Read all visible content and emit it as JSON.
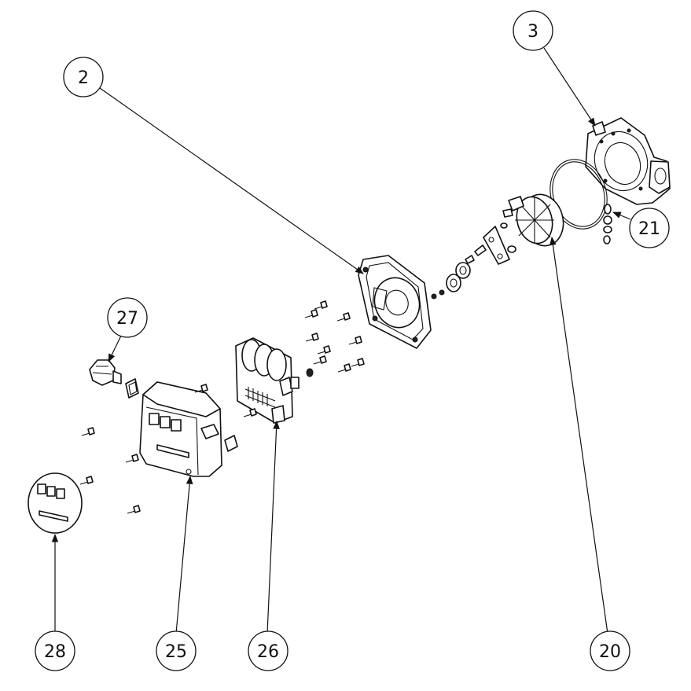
{
  "callouts": [
    {
      "id": "c2",
      "label": "2"
    },
    {
      "id": "c3",
      "label": "3"
    },
    {
      "id": "c20",
      "label": "20"
    },
    {
      "id": "c21",
      "label": "21"
    },
    {
      "id": "c25",
      "label": "25"
    },
    {
      "id": "c26",
      "label": "26"
    },
    {
      "id": "c27",
      "label": "27"
    },
    {
      "id": "c28",
      "label": "28"
    }
  ]
}
